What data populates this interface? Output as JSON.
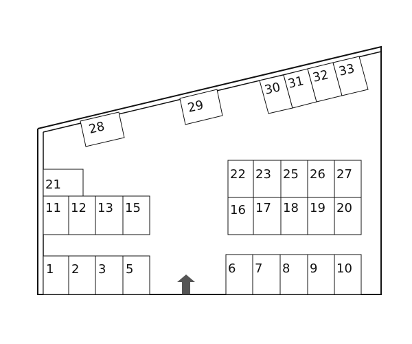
{
  "map": {
    "spaces": [
      {
        "label": "1"
      },
      {
        "label": "2"
      },
      {
        "label": "3"
      },
      {
        "label": "5"
      },
      {
        "label": "6"
      },
      {
        "label": "7"
      },
      {
        "label": "8"
      },
      {
        "label": "9"
      },
      {
        "label": "10"
      },
      {
        "label": "11"
      },
      {
        "label": "12"
      },
      {
        "label": "13"
      },
      {
        "label": "15"
      },
      {
        "label": "16"
      },
      {
        "label": "17"
      },
      {
        "label": "18"
      },
      {
        "label": "19"
      },
      {
        "label": "20"
      },
      {
        "label": "21"
      },
      {
        "label": "22"
      },
      {
        "label": "23"
      },
      {
        "label": "25"
      },
      {
        "label": "26"
      },
      {
        "label": "27"
      },
      {
        "label": "28"
      },
      {
        "label": "29"
      },
      {
        "label": "30"
      },
      {
        "label": "31"
      },
      {
        "label": "32"
      },
      {
        "label": "33"
      }
    ],
    "colors": {
      "line": "#111111",
      "arrow": "#555555",
      "background": "#ffffff"
    }
  }
}
